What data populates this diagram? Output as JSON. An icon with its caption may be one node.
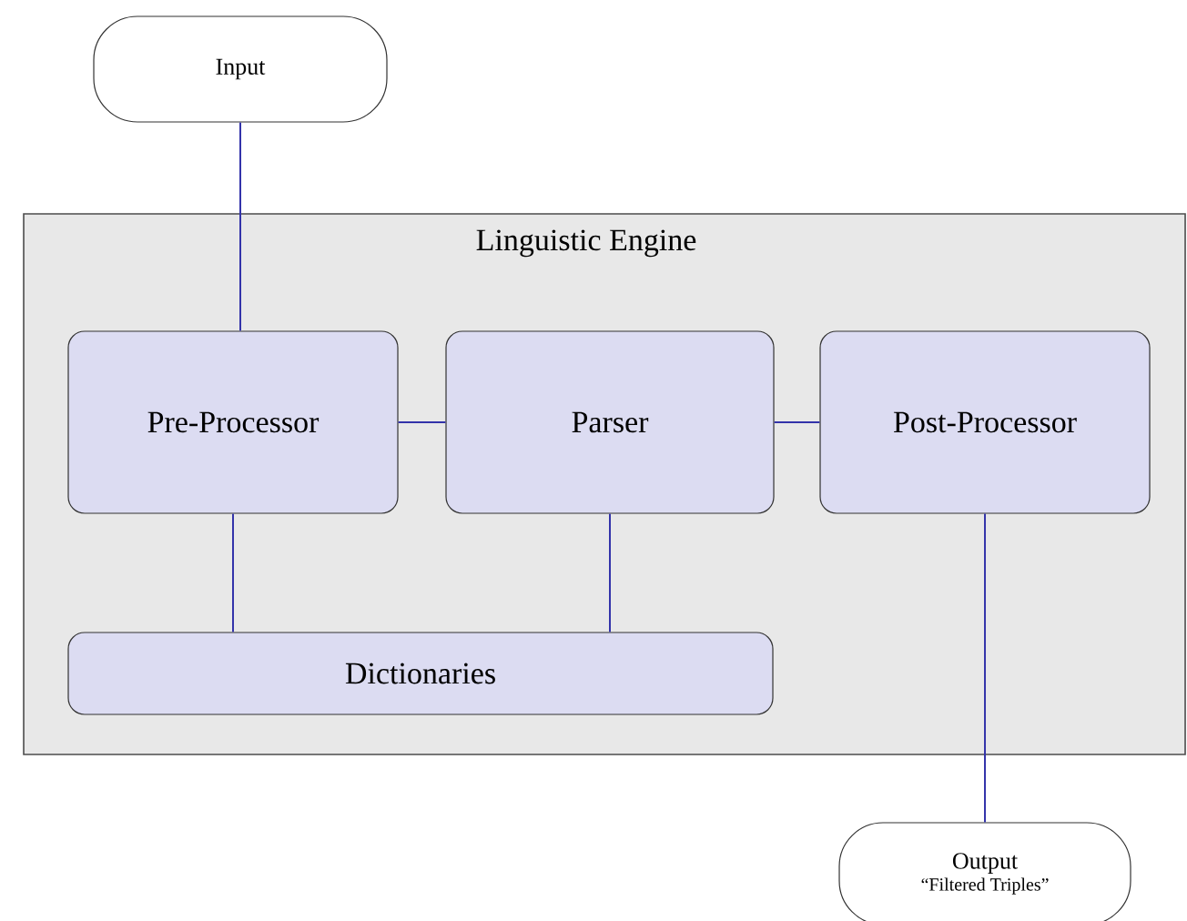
{
  "diagram": {
    "nodes": [
      {
        "text": [
          "Input"
        ]
      },
      {
        "text": [
          "Linguistic Engine"
        ]
      },
      {
        "text": [
          "Pre-Processor"
        ],
        "in": 1
      },
      {
        "text": [
          "Parser"
        ],
        "in": 1
      },
      {
        "text": [
          "Post-Processor"
        ],
        "in": 1
      },
      {
        "text": [
          "Dictionaries"
        ],
        "in": 1
      },
      {
        "text": [
          "Output",
          "“Filtered Triples”"
        ]
      }
    ],
    "edges": [
      {
        "from": 0,
        "to": 2,
        "arrow": "none"
      },
      {
        "from": 2,
        "to": 3,
        "arrow": "none"
      },
      {
        "from": 3,
        "to": 4,
        "arrow": "none"
      },
      {
        "from": 2,
        "to": 5,
        "arrow": "none"
      },
      {
        "from": 3,
        "to": 5,
        "arrow": "none"
      },
      {
        "from": 4,
        "to": 6,
        "arrow": "none"
      }
    ]
  }
}
